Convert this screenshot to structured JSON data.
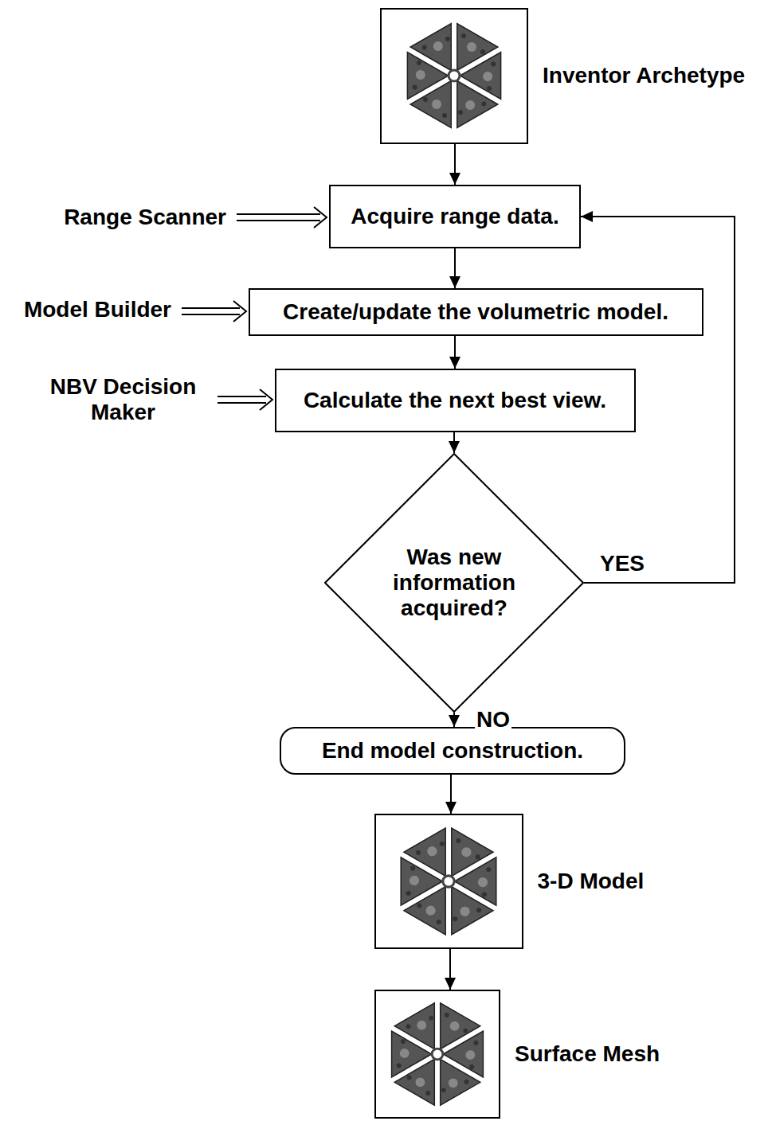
{
  "diagram": {
    "nodes": [
      {
        "text": [
          "Inventor Archetype"
        ]
      },
      {
        "text": [
          "Acquire range data."
        ]
      },
      {
        "text": [
          "Create/update the volumetric model."
        ]
      },
      {
        "text": [
          "Calculate the next best view."
        ]
      },
      {
        "text": [
          "Was new information acquired?"
        ]
      },
      {
        "text": [
          "End model construction."
        ]
      },
      {
        "text": [
          "3-D Model"
        ]
      },
      {
        "text": [
          "Surface Mesh"
        ]
      }
    ],
    "edges": [
      {
        "from": 0,
        "to": 1,
        "arrow": "to"
      },
      {
        "from": 1,
        "to": 2,
        "arrow": "to"
      },
      {
        "from": 2,
        "to": 3,
        "arrow": "to"
      },
      {
        "from": 3,
        "to": 4,
        "arrow": "to"
      },
      {
        "from": 4,
        "to": 1,
        "arrow": "to",
        "label": "YES"
      },
      {
        "from": 4,
        "to": 5,
        "arrow": "to",
        "label": "NO"
      },
      {
        "from": 5,
        "to": 6,
        "arrow": "to"
      },
      {
        "from": 6,
        "to": 7,
        "arrow": "to"
      }
    ],
    "labels": [
      "Range Scanner",
      "Model Builder",
      "NBV Decision Maker"
    ]
  }
}
